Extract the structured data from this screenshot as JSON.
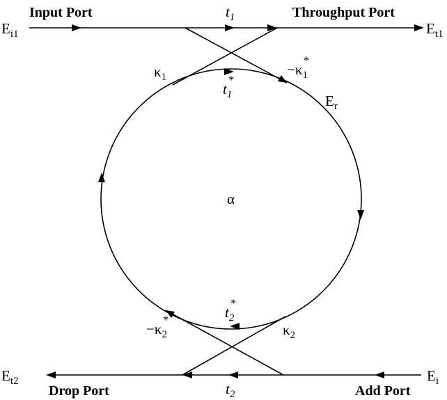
{
  "ports": {
    "input": "Input Port",
    "throughput": "Throughput Port",
    "drop": "Drop Port",
    "add": "Add Port"
  },
  "fields": {
    "e_i1": {
      "base": "E",
      "sub": "i1"
    },
    "e_t1": {
      "base": "E",
      "sub": "t1"
    },
    "e_t2": {
      "base": "E",
      "sub": "t2"
    },
    "e_i": {
      "base": "E",
      "sub": "i"
    },
    "e_r": {
      "base": "E",
      "sub": "r"
    }
  },
  "coefficients": {
    "t1": {
      "base": "t",
      "sub": "1"
    },
    "t2": {
      "base": "t",
      "sub": "2"
    },
    "t1_conj": {
      "base": "t",
      "sub": "1",
      "sup": "*"
    },
    "t2_conj": {
      "base": "t",
      "sub": "2",
      "sup": "*"
    },
    "kappa1": {
      "base": "κ",
      "sub": "1"
    },
    "kappa2": {
      "base": "κ",
      "sub": "2"
    },
    "neg_kappa1_conj": {
      "base": "−κ",
      "sub": "1",
      "sup": "*"
    },
    "neg_kappa2_conj": {
      "base": "−κ",
      "sub": "2",
      "sup": "*"
    },
    "alpha": "α"
  }
}
